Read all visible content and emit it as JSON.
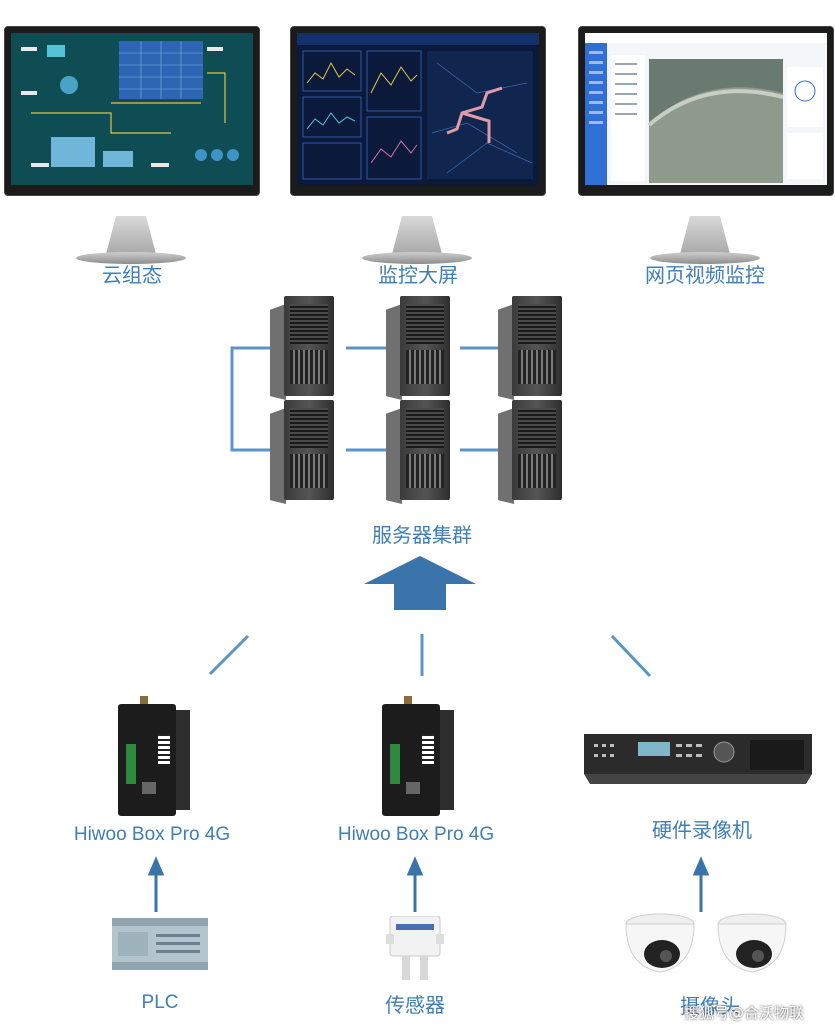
{
  "top": {
    "labels": [
      "云组态",
      "监控大屏",
      "网页视频监控"
    ]
  },
  "cluster": {
    "label": "服务器集群"
  },
  "devices": {
    "gateway_left_label": "Hiwoo Box Pro 4G",
    "gateway_mid_label": "Hiwoo Box Pro 4G",
    "nvr_label": "硬件录像机"
  },
  "sources": {
    "plc_label": "PLC",
    "sensor_label": "传感器",
    "camera_label": "摄像头"
  },
  "watermark": "搜狐号@合沃物联",
  "colors": {
    "accent": "#3f7fb5",
    "arrow": "#3b74ab",
    "line": "#5b95c8"
  }
}
